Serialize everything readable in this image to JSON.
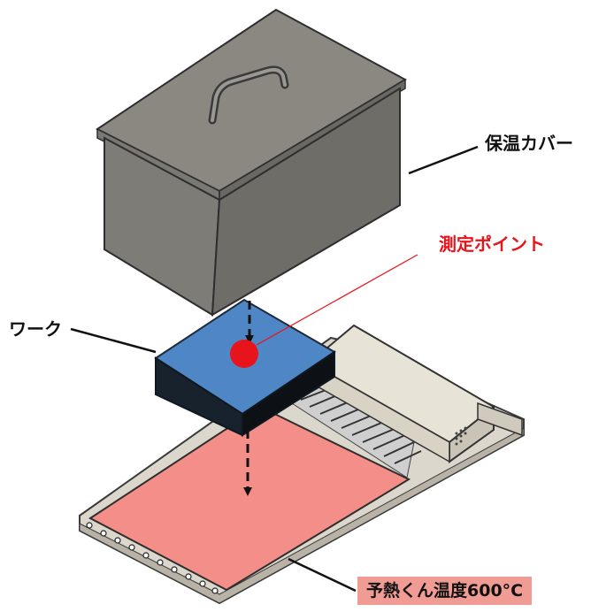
{
  "labels": {
    "cover": "保温カバー",
    "measure_point": "測定ポイント",
    "work": "ワーク",
    "preheat": "予熱くん温度600°C"
  },
  "colors": {
    "cover_front": "#7e7c77",
    "cover_side": "#6d6b66",
    "cover_top": "#8b8882",
    "work_top": "#4f86c6",
    "work_side": "#152432",
    "plate": "#f38f88",
    "frame": "#ddd9cf",
    "measure_red": "#e8141b",
    "preheat_badge": "#f09c94"
  },
  "icons": [
    "handle-icon",
    "measure-point-dot",
    "down-arrow-icon"
  ]
}
